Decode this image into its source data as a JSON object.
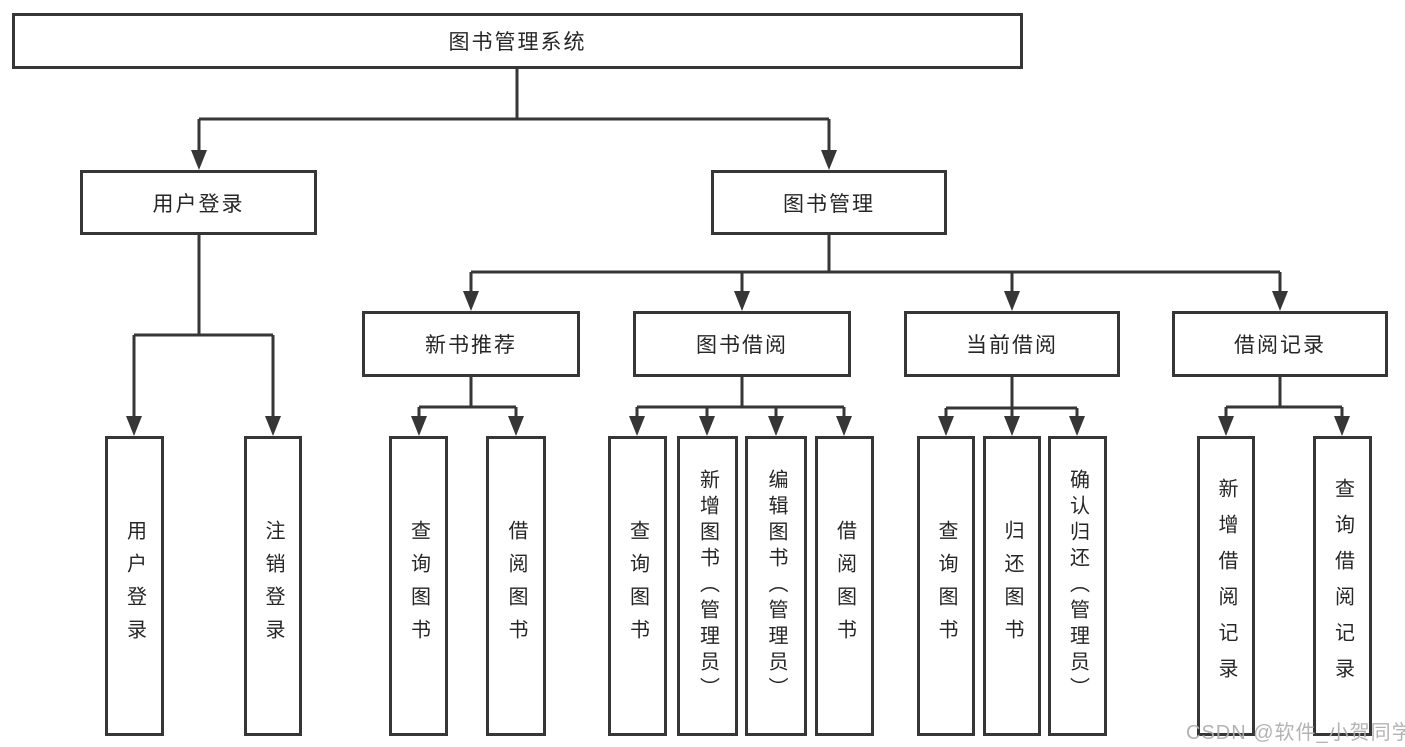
{
  "diagram": {
    "root": {
      "label": "图书管理系统"
    },
    "branches": [
      {
        "label": "用户登录",
        "children": [
          {
            "label": "用户登录"
          },
          {
            "label": "注销登录"
          }
        ]
      },
      {
        "label": "图书管理",
        "children": [
          {
            "label": "新书推荐",
            "children": [
              {
                "label": "查询图书"
              },
              {
                "label": "借阅图书"
              }
            ]
          },
          {
            "label": "图书借阅",
            "children": [
              {
                "label": "查询图书"
              },
              {
                "label": "新增图书（管理员）"
              },
              {
                "label": "编辑图书（管理员）"
              },
              {
                "label": "借阅图书"
              }
            ]
          },
          {
            "label": "当前借阅",
            "children": [
              {
                "label": "查询图书"
              },
              {
                "label": "归还图书"
              },
              {
                "label": "确认归还（管理员）"
              }
            ]
          },
          {
            "label": "借阅记录",
            "children": [
              {
                "label": "新增借阅记录"
              },
              {
                "label": "查询借阅记录"
              }
            ]
          }
        ]
      }
    ]
  },
  "watermark": {
    "text": "CSDN @软件_小贺同学"
  },
  "colors": {
    "line": "#363636",
    "text": "#262626",
    "background": "#ffffff",
    "watermark_text": "#afafb2"
  }
}
